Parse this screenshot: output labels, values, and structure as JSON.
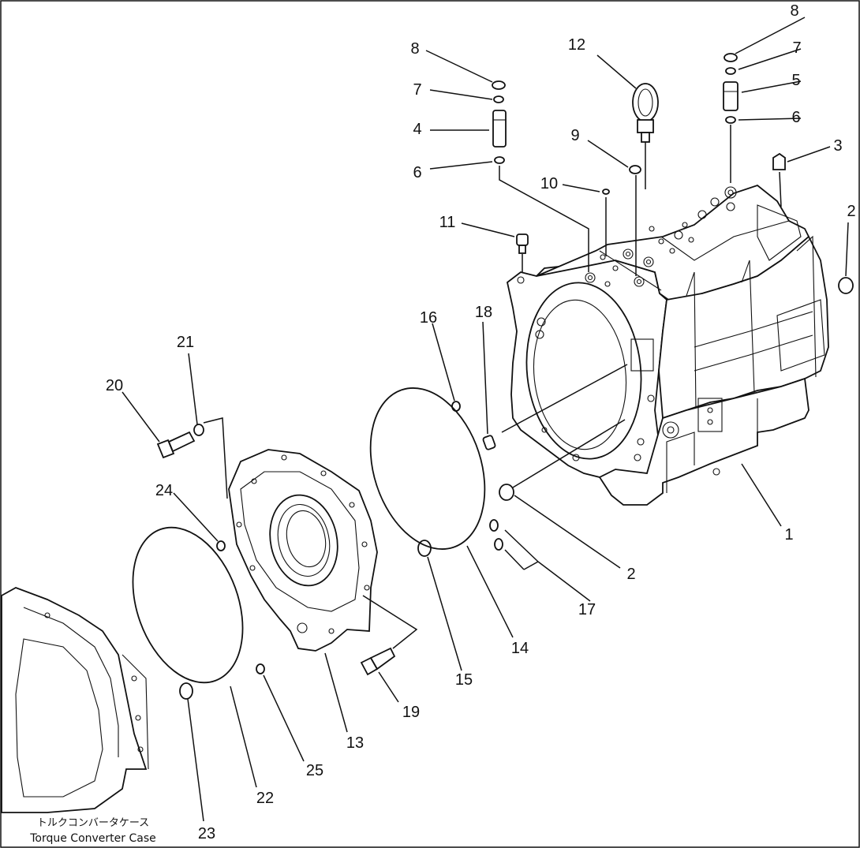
{
  "caption": {
    "japanese": "トルクコンバータケース",
    "english": "Torque Converter Case"
  },
  "callouts": [
    {
      "id": "c1",
      "text": "1"
    },
    {
      "id": "c2a",
      "text": "2"
    },
    {
      "id": "c2b",
      "text": "2"
    },
    {
      "id": "c3",
      "text": "3"
    },
    {
      "id": "c4",
      "text": "4"
    },
    {
      "id": "c5",
      "text": "5"
    },
    {
      "id": "c6a",
      "text": "6"
    },
    {
      "id": "c6b",
      "text": "6"
    },
    {
      "id": "c7a",
      "text": "7"
    },
    {
      "id": "c7b",
      "text": "7"
    },
    {
      "id": "c8a",
      "text": "8"
    },
    {
      "id": "c8b",
      "text": "8"
    },
    {
      "id": "c9",
      "text": "9"
    },
    {
      "id": "c10",
      "text": "10"
    },
    {
      "id": "c11",
      "text": "11"
    },
    {
      "id": "c12",
      "text": "12"
    },
    {
      "id": "c13",
      "text": "13"
    },
    {
      "id": "c14",
      "text": "14"
    },
    {
      "id": "c15",
      "text": "15"
    },
    {
      "id": "c16",
      "text": "16"
    },
    {
      "id": "c17",
      "text": "17"
    },
    {
      "id": "c18",
      "text": "18"
    },
    {
      "id": "c19",
      "text": "19"
    },
    {
      "id": "c20",
      "text": "20"
    },
    {
      "id": "c21",
      "text": "21"
    },
    {
      "id": "c22",
      "text": "22"
    },
    {
      "id": "c23",
      "text": "23"
    },
    {
      "id": "c24",
      "text": "24"
    },
    {
      "id": "c25",
      "text": "25"
    }
  ]
}
